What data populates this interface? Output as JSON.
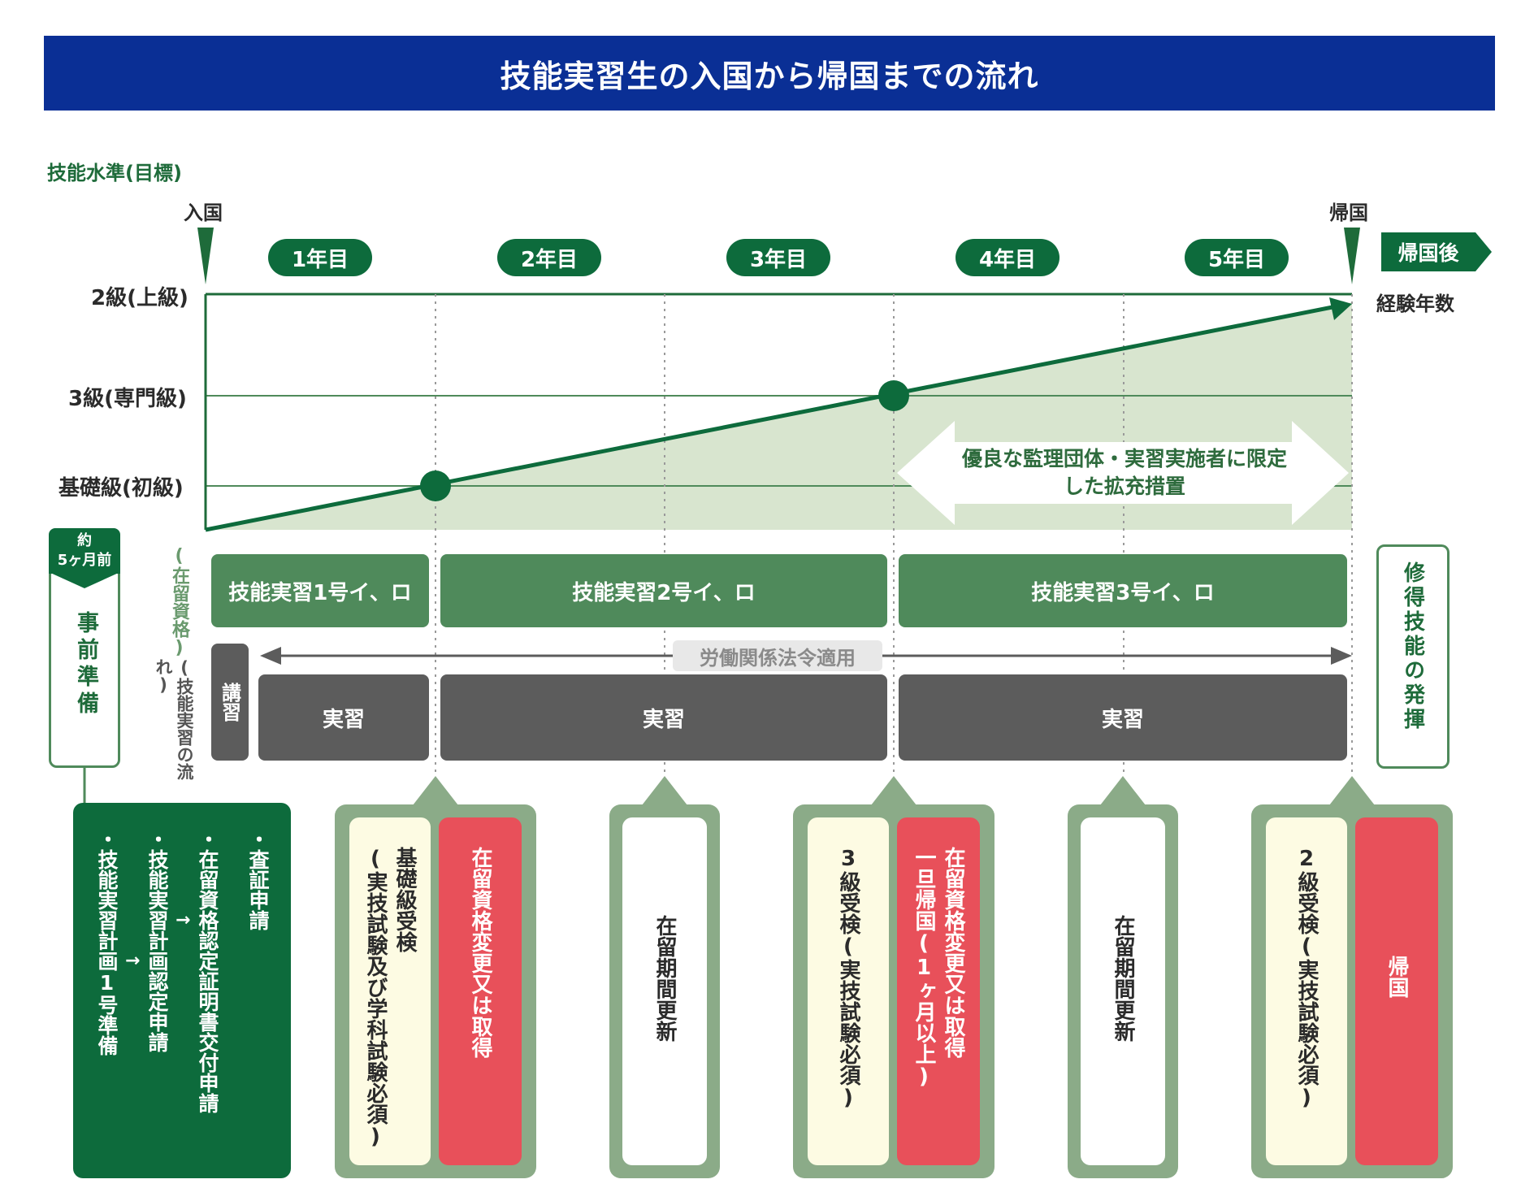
{
  "header": {
    "title": "技能実習生の入国から帰国までの流れ"
  },
  "labels": {
    "skill_level": "技能水準(目標)",
    "entry": "入国",
    "return": "帰国",
    "after_return": "帰国後",
    "years_experience": "経験年数",
    "status_label": "(在留資格)",
    "flow_label": "(技能実習の流れ)",
    "labor_law": "労働関係法令適用",
    "expansion": "優良な監理団体・実習実施者に限定した拡充措置"
  },
  "levels": {
    "level2": "2級(上級)",
    "level3": "3級(専門級)",
    "basic": "基礎級(初級)"
  },
  "years": [
    "1年目",
    "2年目",
    "3年目",
    "4年目",
    "5年目"
  ],
  "status_bars": [
    "技能実習1号イ、ロ",
    "技能実習2号イ、ロ",
    "技能実習3号イ、ロ"
  ],
  "flow": {
    "lecture": "講習",
    "practice": "実習"
  },
  "prep": {
    "timing_top": "約",
    "timing_bottom": "5ヶ月前",
    "label": "事前準備"
  },
  "skill_use": "修得技能の発揮",
  "steps": [
    "・技能実習計画1号準備",
    "・技能実習計画認定申請",
    "・在留資格認定証明書交付申請",
    "・査証申請"
  ],
  "step_arrows": [
    "→",
    "→"
  ],
  "cards": {
    "c1_exam": "基礎級受検\n(実技試験及び学科試験必須)",
    "c1_status": "在留資格変更又は取得",
    "c2_renew": "在留期間更新",
    "c3_exam": "3級受検(実技試験必須)",
    "c3_status": "在留資格変更又は取得\n一旦帰国(1ヶ月以上)",
    "c4_renew": "在留期間更新",
    "c5_exam": "2級受検(実技試験必須)",
    "c5_return": "帰国"
  },
  "colors": {
    "header_bg": "#0a2f95",
    "dark_green": "#0d6b3c",
    "mid_green": "#4f8a5b",
    "light_green": "#d8e5cf",
    "gray": "#5c5c5c",
    "red": "#e8505a",
    "cream": "#fdfbe3"
  }
}
